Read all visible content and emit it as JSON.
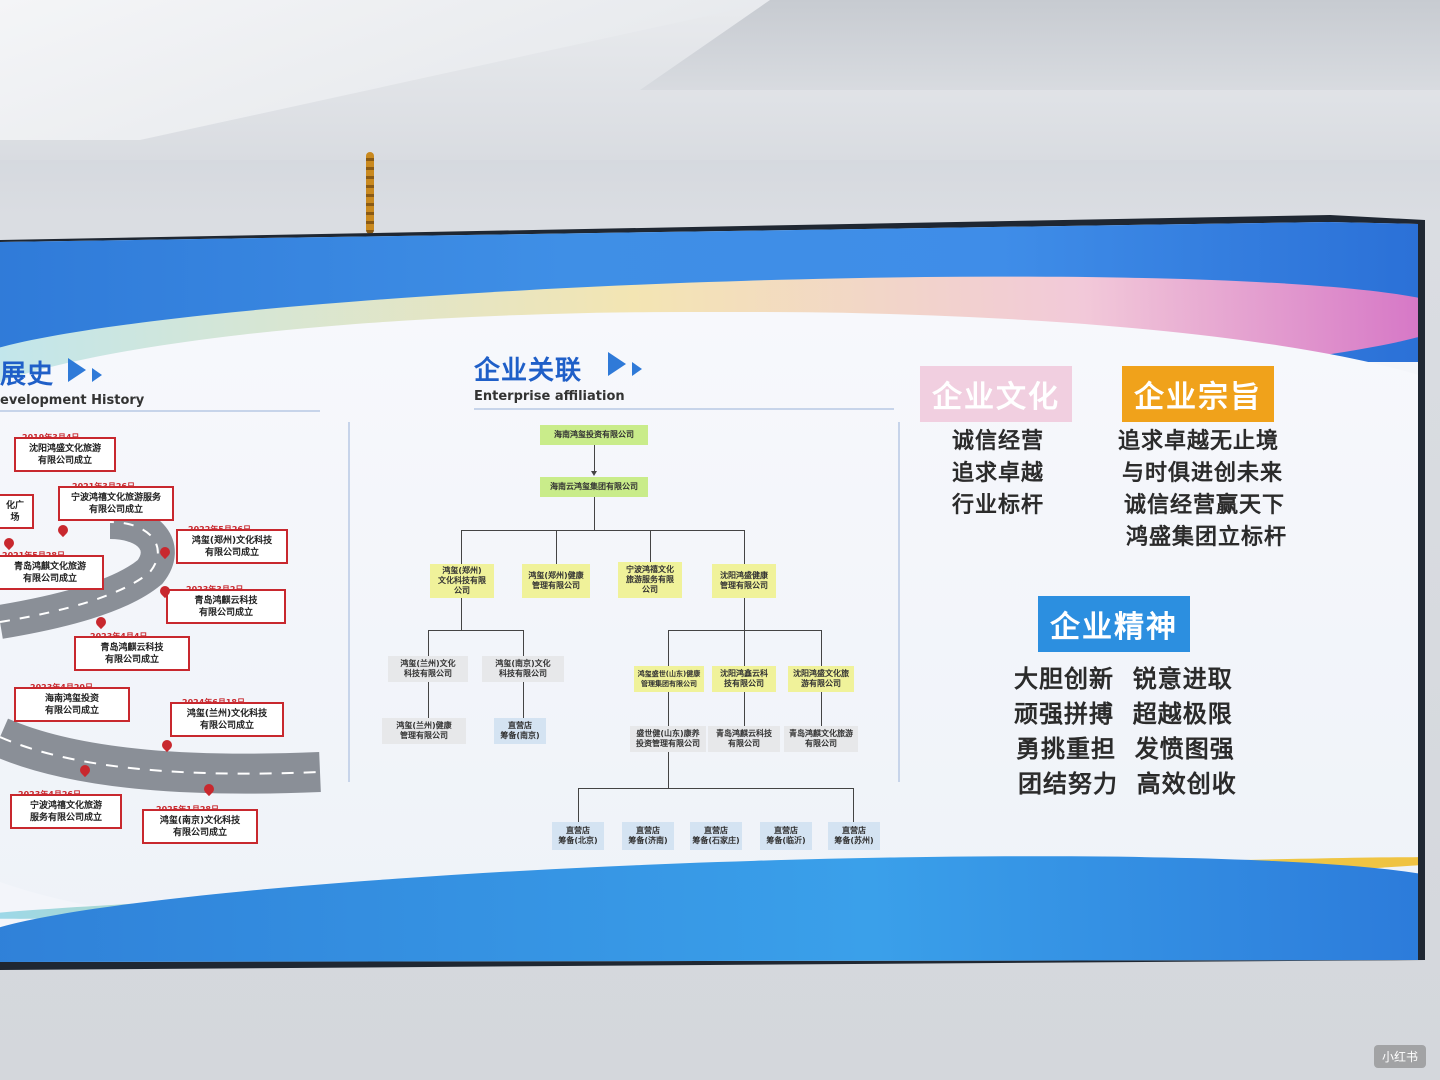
{
  "history": {
    "title": "展史",
    "subtitle": "evelopment History",
    "events": [
      {
        "date": "2019年3月4日",
        "text": "沈阳鸿盛文化旅游\n有限公司成立"
      },
      {
        "date": "",
        "text": "化广场"
      },
      {
        "date": "2021年3月26日",
        "text": "宁波鸿禧文化旅游服务\n有限公司成立"
      },
      {
        "date": "2022年5月26日",
        "text": "鸿玺(郑州)文化科技\n有限公司成立"
      },
      {
        "date": "2021年5月28日",
        "text": "青岛鸿麒文化旅游\n有限公司成立"
      },
      {
        "date": "2023年3月2日",
        "text": "青岛鸿麒云科技\n有限公司成立"
      },
      {
        "date": "2023年4月4日",
        "text": "青岛鸿麒云科技\n有限公司成立"
      },
      {
        "date": "2023年4月20日",
        "text": "海南鸿玺投资\n有限公司成立"
      },
      {
        "date": "2024年6月18日",
        "text": "鸿玺(兰州)文化科技\n有限公司成立"
      },
      {
        "date": "2023年4月26日",
        "text": "宁波鸿禧文化旅游\n服务有限公司成立"
      },
      {
        "date": "2025年1月28日",
        "text": "鸿玺(南京)文化科技\n有限公司成立"
      }
    ]
  },
  "affiliation": {
    "title": "企业关联",
    "subtitle": "Enterprise affiliation",
    "root": "海南鸿玺投资有限公司",
    "group": "海南云鸿玺集团有限公司",
    "level2": [
      "鸿玺(郑州)\n文化科技有限\n公司",
      "鸿玺(郑州)健康\n管理有限公司",
      "宁波鸿禧文化\n旅游服务有限\n公司",
      "沈阳鸿盛健康\n管理有限公司"
    ],
    "lanzhou_branch": [
      "鸿玺(兰州)文化\n科技有限公司",
      "鸿玺(南京)文化\n科技有限公司"
    ],
    "lanzhou_sub": [
      "鸿玺(兰州)健康\n管理有限公司",
      "直营店\n筹备(南京)"
    ],
    "health_branch": [
      "鸿玺盛世(山东)健康\n管理集团有限公司",
      "沈阳鸿鑫云科\n技有限公司",
      "沈阳鸿盛文化旅\n游有限公司"
    ],
    "health_sub": [
      "盛世健(山东)康养\n投资管理有限公司",
      "青岛鸿麒云科技\n有限公司",
      "青岛鸿麒文化旅游\n有限公司"
    ],
    "stores": [
      "直营店\n筹备(北京)",
      "直营店\n筹备(济南)",
      "直营店\n筹备(石家庄)",
      "直营店\n筹备(临沂)",
      "直营店\n筹备(苏州)"
    ]
  },
  "culture": {
    "title": "企业文化",
    "lines": [
      "诚信经营",
      "追求卓越",
      "行业标杆"
    ]
  },
  "purpose": {
    "title": "企业宗旨",
    "lines": [
      "追求卓越无止境",
      "与时俱进创未来",
      "诚信经营赢天下",
      "鸿盛集团立标杆"
    ]
  },
  "spirit": {
    "title": "企业精神",
    "lines": [
      "大胆创新  锐意进取",
      "顽强拼搏  超越极限",
      "勇挑重担  发愤图强",
      "团结努力  高效创收"
    ]
  },
  "watermark": "小红书",
  "colors": {
    "accent_blue": "#1f5fc8",
    "history_red": "#c8282e",
    "culture_pink": "#f1cfe0",
    "purpose_orange": "#f0a21b",
    "spirit_blue": "#2c8fe0"
  }
}
